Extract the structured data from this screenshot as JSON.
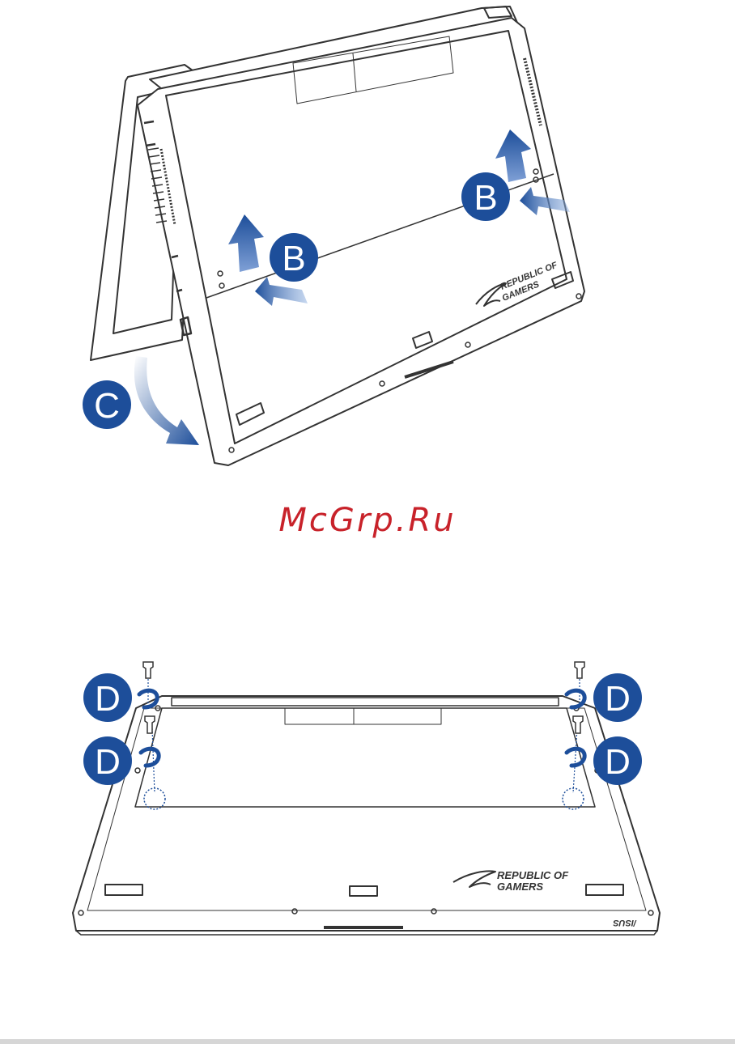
{
  "callouts": {
    "b": "B",
    "c": "C",
    "d": "D"
  },
  "logo": {
    "line1": "REPUBLIC OF",
    "line2": "GAMERS",
    "brand": "/ISUS"
  },
  "watermark": "McGrp.Ru",
  "colors": {
    "callout": "#1d4e9a",
    "outline": "#333333",
    "arrow": "#2a5aa8"
  },
  "icons": [
    "arrow-up-icon",
    "arrow-push-icon",
    "arrow-curve-icon",
    "screw-icon",
    "rotate-icon",
    "rog-eye-icon"
  ]
}
